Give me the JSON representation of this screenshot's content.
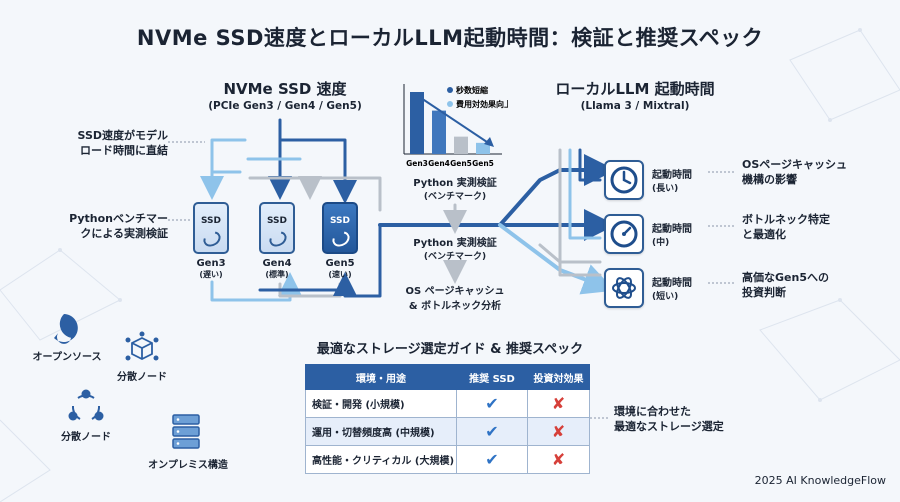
{
  "title": "NVMe SSD速度とローカルLLM起動時間：検証と推奨スペック",
  "ssd_section": {
    "title": "NVMe SSD 速度",
    "subtitle": "(PCIe Gen3 / Gen4 / Gen5)"
  },
  "llm_section": {
    "title": "ローカルLLM 起動時間",
    "subtitle": "(Llama 3 / Mixtral)"
  },
  "left_notes": [
    {
      "line1": "SSD速度がモデル",
      "line2": "ロード時間に直結"
    },
    {
      "line1": "Pythonベンチマー",
      "line2": "クによる実測検証"
    }
  ],
  "ssds": [
    {
      "icon_text": "SSD",
      "name": "Gen3",
      "note": "(遅い)"
    },
    {
      "icon_text": "SSD",
      "name": "Gen4",
      "note": "(標準)"
    },
    {
      "icon_text": "SSD",
      "name": "Gen5",
      "note": "(速い)"
    }
  ],
  "mini_chart": {
    "legend": [
      "秒数短縮",
      "費用対効果向上"
    ],
    "categories": [
      "Gen3",
      "Gen4",
      "Gen5",
      "Gen5"
    ],
    "values": [
      100,
      70,
      28,
      18
    ]
  },
  "process_steps": [
    {
      "line1": "Python 実測検証",
      "line2": "(ベンチマーク)"
    },
    {
      "line1": "Python 実測検証",
      "line2": "(ベンチマーク)"
    },
    {
      "line1": "OS ページキャッシュ",
      "line2": "& ボトルネック分析"
    }
  ],
  "startup": [
    {
      "label": "起動時間",
      "note": "(長い)",
      "icon": "clock-icon",
      "desc1": "OSページキャッシュ",
      "desc2": "機構の影響"
    },
    {
      "label": "起動時間",
      "note": "(中)",
      "icon": "gauge-icon",
      "desc1": "ボトルネック特定",
      "desc2": "と最適化"
    },
    {
      "label": "起動時間",
      "note": "(短い)",
      "icon": "openai-logo-icon",
      "desc1": "高価なGen5への",
      "desc2": "投資判断"
    }
  ],
  "left_icons": [
    {
      "label": "オープンソース",
      "icon": "open-source-icon"
    },
    {
      "label": "分散ノード",
      "icon": "cube-network-icon"
    },
    {
      "label": "分散ノード",
      "icon": "node-cycle-icon"
    },
    {
      "label": "オンプレミス構造",
      "icon": "server-rack-icon"
    }
  ],
  "guide": {
    "title": "最適なストレージ選定ガイド & 推奨スペック",
    "headers": [
      "環境・用途",
      "推奨 SSD",
      "投資対効果"
    ],
    "rows": [
      {
        "use": "検証・開発 (小規模)",
        "ssd": "✔",
        "roi": "✘"
      },
      {
        "use": "運用・切替頻度高 (中規模)",
        "ssd": "✔",
        "roi": "✘"
      },
      {
        "use": "高性能・クリティカル (大規模)",
        "ssd": "✔",
        "roi": "✘"
      }
    ],
    "side_note": {
      "line1": "環境に合わせた",
      "line2": "最適なストレージ選定"
    }
  },
  "footer": "2025 AI KnowledgeFlow",
  "colors": {
    "primary": "#2c5fa3",
    "light": "#8ec3ea",
    "gray": "#b9c0c9",
    "check": "#2f73c5",
    "cross": "#d6403a"
  }
}
